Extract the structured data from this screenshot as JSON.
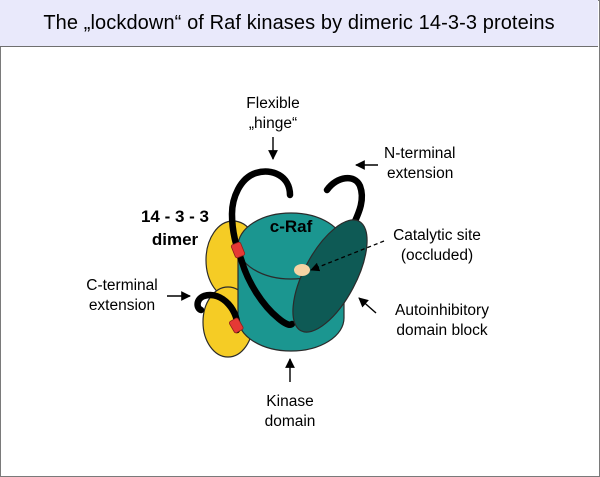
{
  "title": "The „lockdown“ of Raf kinases by dimeric 14-3-3 proteins",
  "labels": {
    "hinge_line1": "Flexible",
    "hinge_line2": "„hinge“",
    "nterm_line1": "N-terminal",
    "nterm_line2": "extension",
    "dimer_line1": "14 - 3 - 3",
    "dimer_line2": "dimer",
    "craf": "c-Raf",
    "catalytic_line1": "Catalytic site",
    "catalytic_line2": "(occluded)",
    "cterm_line1": "C-terminal",
    "cterm_line2": "extension",
    "autoinhib_line1": "Autoinhibitory",
    "autoinhib_line2": "domain block",
    "kinase_line1": "Kinase",
    "kinase_line2": "domain"
  },
  "colors": {
    "title_background": "#e9e9fb",
    "kinase_domain": "#1b9690",
    "autoinhibitory_block": "#0e5a55",
    "protein_14_3_3": "#f5cc25",
    "binding_site": "#e53935",
    "catalytic_site": "#f6d3a4",
    "tether": "#000000"
  },
  "icons": [
    "arrow-icon",
    "dashed-arrow-icon"
  ]
}
